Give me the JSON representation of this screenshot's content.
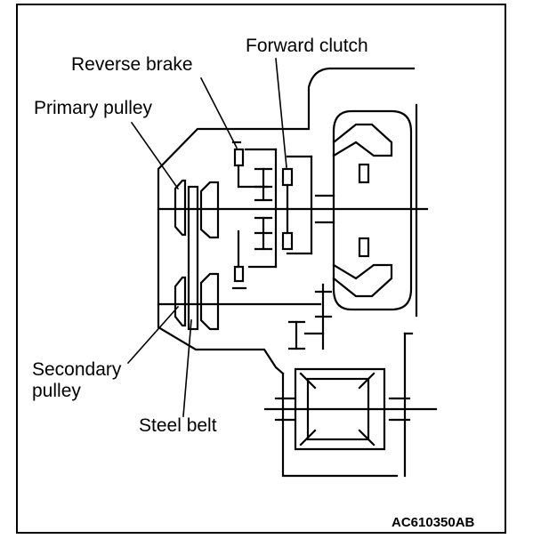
{
  "labels": {
    "forward_clutch": "Forward clutch",
    "reverse_brake": "Reverse brake",
    "primary_pulley": "Primary pulley",
    "secondary_pulley_line1": "Secondary",
    "secondary_pulley_line2": "pulley",
    "steel_belt": "Steel belt"
  },
  "figure_code": "AC610350AB"
}
